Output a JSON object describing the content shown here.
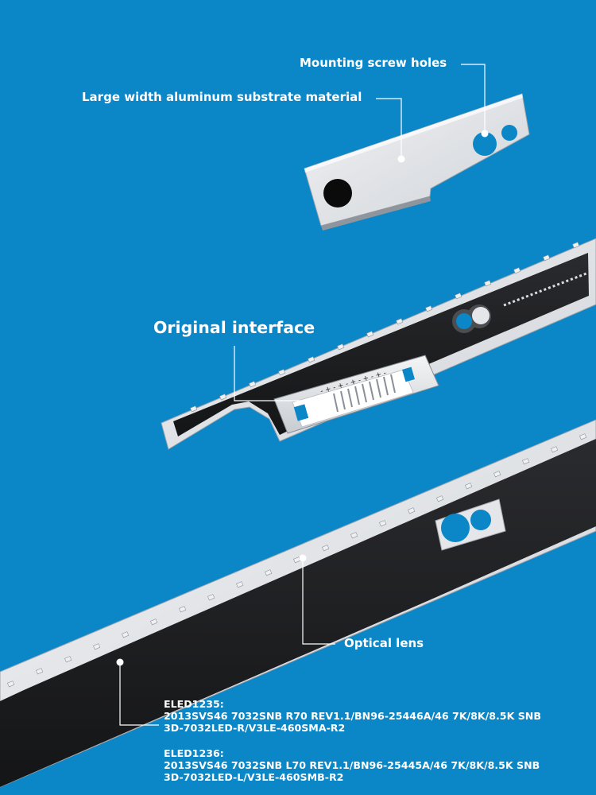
{
  "colors": {
    "background": "#0b86c7",
    "strip_black": "#1b1c1e",
    "aluminum": "#e4e6e9",
    "aluminum_edge": "#b9bdc2",
    "callout": "#ffffff"
  },
  "callouts": {
    "screw_holes": "Mounting screw holes",
    "substrate": "Large width aluminum substrate material",
    "interface": "Original interface",
    "lens": "Optical lens"
  },
  "models": [
    {
      "title": "ELED1235:",
      "line1": "2013SVS46 7032SNB R70 REV1.1/BN96-25446A/46 7K/8K/8.5K SNB",
      "line2": "3D-7032LED-R/V3LE-460SMA-R2"
    },
    {
      "title": "ELED1236:",
      "line1": "2013SVS46 7032SNB L70 REV1.1/BN96-25445A/46 7K/8K/8.5K SNB",
      "line2": "3D-7032LED-L/V3LE-460SMB-R2"
    }
  ],
  "connector_marks": "- + - + - + - + - + -"
}
